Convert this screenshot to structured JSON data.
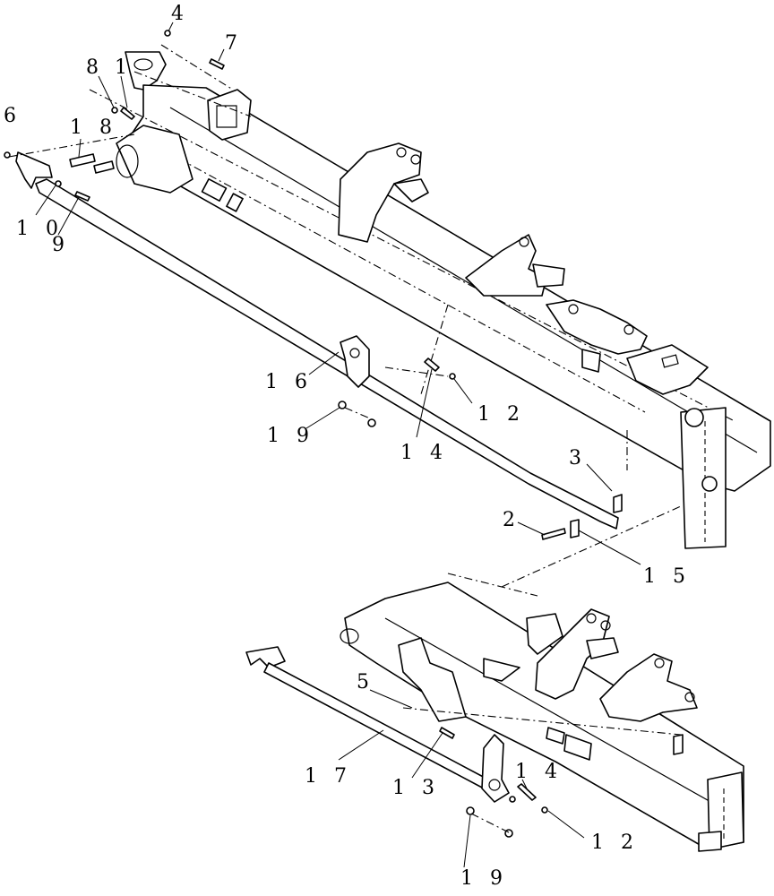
{
  "callouts": {
    "c4": "4",
    "c7": "7",
    "c8": "8",
    "c1": "1",
    "c6": "6",
    "c18": "1 8",
    "c10": "1 0",
    "c9": "9",
    "c16": "1 6",
    "c12a": "1 2",
    "c19a": "1 9",
    "c14a": "1 4",
    "c3": "3",
    "c2": "2",
    "c15": "1 5",
    "c5": "5",
    "c17": "1 7",
    "c13": "1 3",
    "c14b": "1 4",
    "c12b": "1 2",
    "c19b": "1 9"
  }
}
